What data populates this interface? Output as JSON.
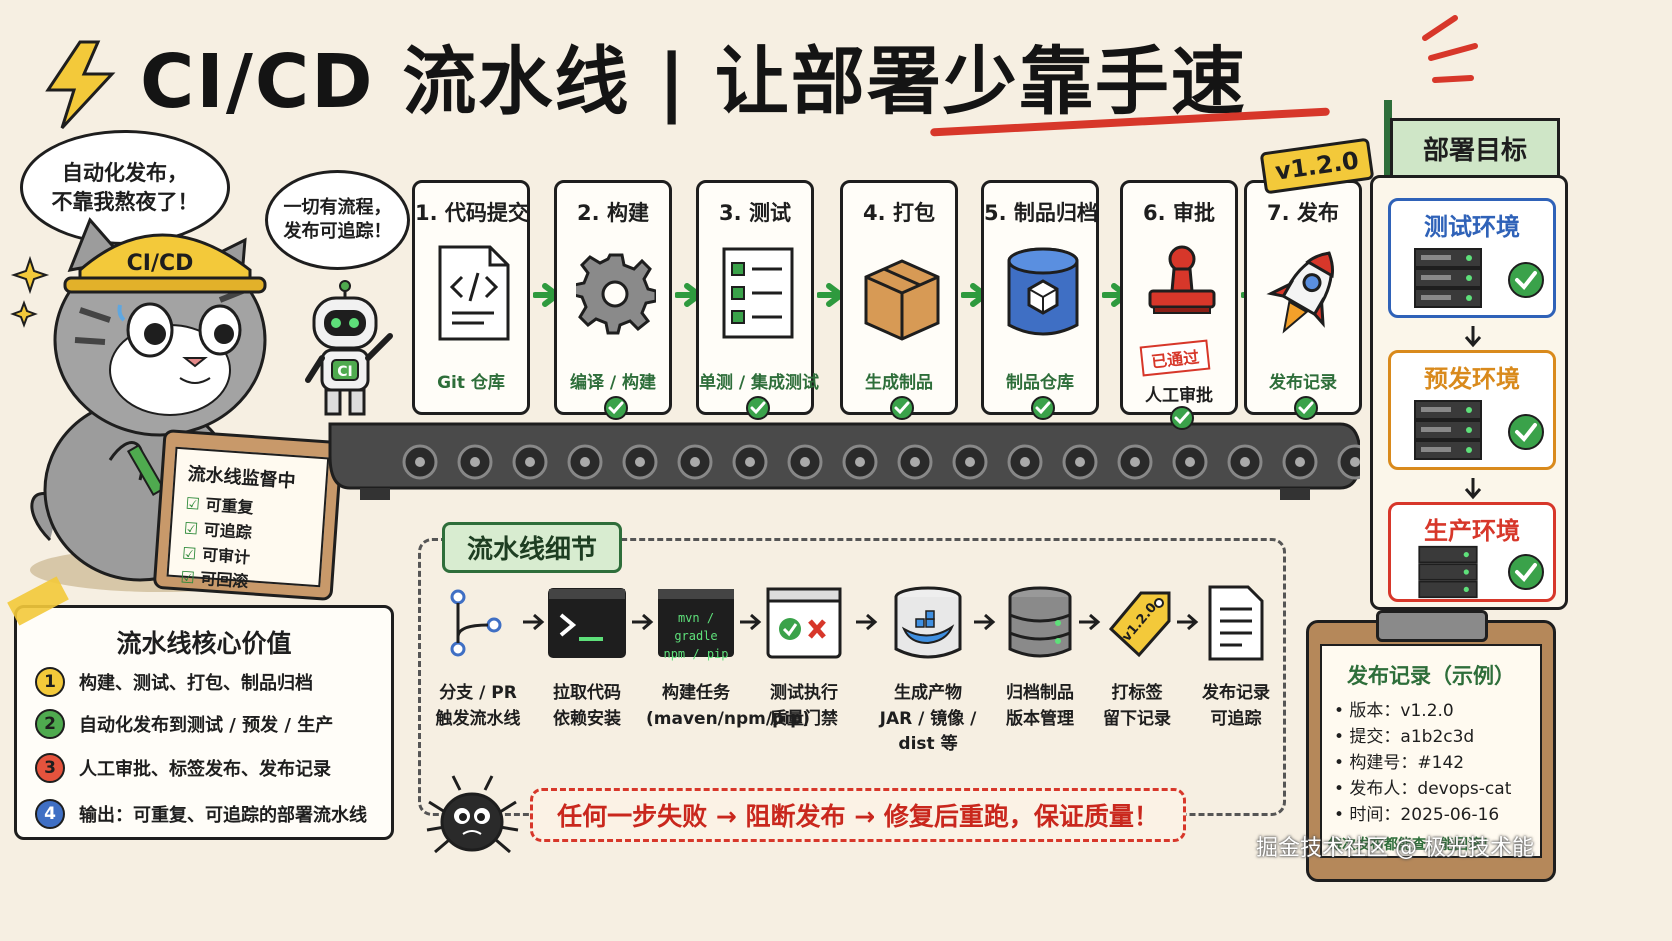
{
  "title": "CI/CD 流水线 | 让部署少靠手速",
  "bubbles": {
    "cat": [
      "自动化发布，",
      "不靠我熬夜了！"
    ],
    "robot": [
      "一切有流程，",
      "发布可追踪！"
    ]
  },
  "mascot": {
    "helmet_text": "CI/CD",
    "robot_badge": "CI",
    "clipboard_title": "流水线监督中",
    "clipboard_items": [
      "可重复",
      "可追踪",
      "可审计",
      "可回滚"
    ]
  },
  "stages": [
    {
      "title": "1. 代码提交",
      "sub": "Git 仓库",
      "icon": "code-file-icon",
      "check": false
    },
    {
      "title": "2. 构建",
      "sub": "编译 / 构建",
      "icon": "gear-icon",
      "check": true
    },
    {
      "title": "3. 测试",
      "sub": "单测 / 集成测试",
      "icon": "checklist-icon",
      "check": true
    },
    {
      "title": "4. 打包",
      "sub": "生成制品",
      "icon": "package-box-icon",
      "check": true
    },
    {
      "title": "5. 制品归档",
      "sub": "制品仓库",
      "icon": "artifact-repository-icon",
      "check": true
    },
    {
      "title": "6. 审批",
      "sub": "人工审批",
      "icon": "stamp-icon",
      "check": true,
      "stamp_text": "已通过"
    },
    {
      "title": "7. 发布",
      "sub": "发布记录",
      "icon": "rocket-icon",
      "check": true
    }
  ],
  "version_tag": "v1.2.0",
  "targets": {
    "title": "部署目标",
    "envs": [
      {
        "name": "测试环境",
        "color": "#2f62b8"
      },
      {
        "name": "预发环境",
        "color": "#d98a1c"
      },
      {
        "name": "生产环境",
        "color": "#d7372a"
      }
    ]
  },
  "details": {
    "title": "流水线细节",
    "steps": [
      {
        "lines": [
          "分支 / PR",
          "触发流水线"
        ],
        "icon": "git-branch-icon"
      },
      {
        "lines": [
          "拉取代码",
          "依赖安装"
        ],
        "icon": "terminal-icon"
      },
      {
        "lines": [
          "构建任务",
          "(maven/npm/pip)"
        ],
        "icon": "build-terminal-icon",
        "screen": [
          "mvn / gradle",
          "npm / pip"
        ]
      },
      {
        "lines": [
          "测试执行",
          "质量门禁"
        ],
        "icon": "test-window-icon"
      },
      {
        "lines": [
          "生成产物",
          "JAR / 镜像 /",
          "dist 等"
        ],
        "icon": "docker-container-icon"
      },
      {
        "lines": [
          "归档制品",
          "版本管理"
        ],
        "icon": "database-icon"
      },
      {
        "lines": [
          "打标签",
          "留下记录"
        ],
        "icon": "tag-icon",
        "tag_text": "v1.2.0"
      },
      {
        "lines": [
          "发布记录",
          "可追踪"
        ],
        "icon": "document-icon"
      }
    ],
    "fail_banner": "任何一步失败 → 阻断发布 → 修复后重跑，保证质量！"
  },
  "core_values": {
    "title": "流水线核心价值",
    "items": [
      {
        "num": "1",
        "text": "构建、测试、打包、制品归档",
        "color": "#f3c93a"
      },
      {
        "num": "2",
        "text": "自动化发布到测试 / 预发 / 生产",
        "color": "#4faa4f"
      },
      {
        "num": "3",
        "text": "人工审批、标签发布、发布记录",
        "color": "#e5533d"
      },
      {
        "num": "4",
        "text": "输出：可重复、可追踪的部署流水线",
        "color": "#3f6fc4"
      }
    ]
  },
  "release_record": {
    "title": "发布记录（示例）",
    "lines": [
      "• 版本：v1.2.0",
      "• 提交：a1b2c3d",
      "• 构建号：#142",
      "• 发布人：devops-cat",
      "• 时间：2025-06-16"
    ],
    "footer": "每次发布都能查，能回滚！"
  },
  "watermark": "掘金技术社区 @ 极光技术能"
}
